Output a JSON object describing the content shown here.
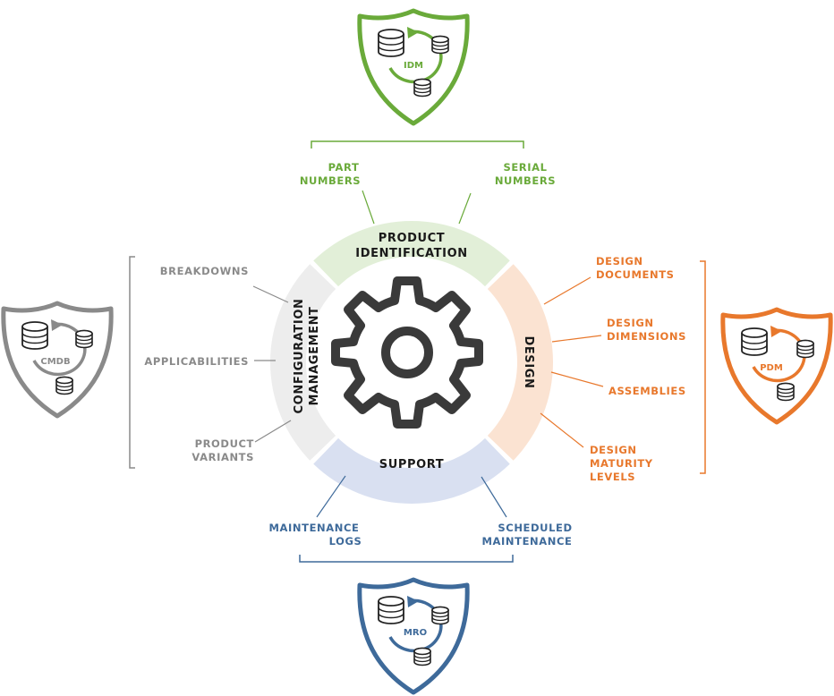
{
  "colors": {
    "green": "#6aaa3a",
    "orange": "#e8782c",
    "blue": "#3e6a9a",
    "gray": "#8a8a8a",
    "seg_top": "#e2efd8",
    "seg_right": "#fbe3d2",
    "seg_bottom": "#d9e0f1",
    "seg_left": "#ededed",
    "gear": "#3a3a3a"
  },
  "shields": {
    "top": {
      "label": "IDM",
      "icon": "database-sync-icon"
    },
    "left": {
      "label": "CMDB",
      "icon": "database-sync-icon"
    },
    "right": {
      "label": "PDM",
      "icon": "database-sync-icon"
    },
    "bottom": {
      "label": "MRO",
      "icon": "database-sync-icon"
    }
  },
  "segments": {
    "top": {
      "line1": "PRODUCT",
      "line2": "IDENTIFICATION"
    },
    "right": {
      "line1": "DESIGN"
    },
    "bottom": {
      "line1": "SUPPORT"
    },
    "left": {
      "line1": "CONFIGURATION",
      "line2": "MANAGEMENT"
    }
  },
  "center": {
    "icon": "gear-icon"
  },
  "labels": {
    "top": [
      {
        "line1": "PART",
        "line2": "NUMBERS"
      },
      {
        "line1": "SERIAL",
        "line2": "NUMBERS"
      }
    ],
    "left": [
      {
        "line1": "BREAKDOWNS"
      },
      {
        "line1": "APPLICABILITIES"
      },
      {
        "line1": "PRODUCT",
        "line2": "VARIANTS"
      }
    ],
    "right": [
      {
        "line1": "DESIGN",
        "line2": "DOCUMENTS"
      },
      {
        "line1": "DESIGN",
        "line2": "DIMENSIONS"
      },
      {
        "line1": "ASSEMBLIES"
      },
      {
        "line1": "DESIGN",
        "line2": "MATURITY",
        "line3": "LEVELS"
      }
    ],
    "bottom": [
      {
        "line1": "MAINTENANCE",
        "line2": "LOGS"
      },
      {
        "line1": "SCHEDULED",
        "line2": "MAINTENANCE"
      }
    ]
  }
}
